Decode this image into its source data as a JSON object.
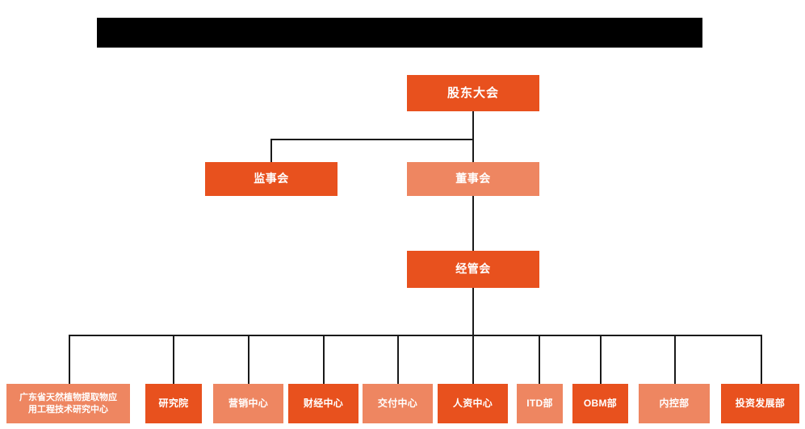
{
  "header": {
    "redacted_title_bar": "",
    "redacted": true
  },
  "chart_data": {
    "type": "diagram",
    "diagram_type": "organization-chart",
    "title": "",
    "colors": {
      "dark_orange": "#e8511e",
      "light_salmon": "#ee8661",
      "connector": "#1a1a1a",
      "background": "#ffffff",
      "redaction": "#000000",
      "text": "#ffffff"
    },
    "levels": [
      {
        "level": 1,
        "nodes": [
          {
            "id": "shareholders",
            "label": "股东大会",
            "color": "dark"
          }
        ]
      },
      {
        "level": 2,
        "nodes": [
          {
            "id": "supervisors",
            "label": "监事会",
            "color": "dark"
          },
          {
            "id": "directors",
            "label": "董事会",
            "color": "light"
          }
        ]
      },
      {
        "level": 3,
        "nodes": [
          {
            "id": "management",
            "label": "经管会",
            "color": "dark"
          }
        ]
      },
      {
        "level": 4,
        "nodes": [
          {
            "id": "research-center",
            "label": "广东省天然植物提取物应\n用工程技术研究中心",
            "color": "light"
          },
          {
            "id": "institute",
            "label": "研究院",
            "color": "dark"
          },
          {
            "id": "marketing",
            "label": "营销中心",
            "color": "light"
          },
          {
            "id": "finance",
            "label": "财经中心",
            "color": "dark"
          },
          {
            "id": "delivery",
            "label": "交付中心",
            "color": "light"
          },
          {
            "id": "hr",
            "label": "人资中心",
            "color": "dark"
          },
          {
            "id": "itd",
            "label": "ITD部",
            "color": "light"
          },
          {
            "id": "obm",
            "label": "OBM部",
            "color": "dark"
          },
          {
            "id": "internal-control",
            "label": "内控部",
            "color": "light"
          },
          {
            "id": "investment",
            "label": "投资发展部",
            "color": "dark"
          }
        ]
      }
    ],
    "edges": [
      {
        "from": "shareholders",
        "to": "supervisors"
      },
      {
        "from": "shareholders",
        "to": "directors"
      },
      {
        "from": "directors",
        "to": "management"
      },
      {
        "from": "management",
        "to": "research-center"
      },
      {
        "from": "management",
        "to": "institute"
      },
      {
        "from": "management",
        "to": "marketing"
      },
      {
        "from": "management",
        "to": "finance"
      },
      {
        "from": "management",
        "to": "delivery"
      },
      {
        "from": "management",
        "to": "hr"
      },
      {
        "from": "management",
        "to": "itd"
      },
      {
        "from": "management",
        "to": "obm"
      },
      {
        "from": "management",
        "to": "internal-control"
      },
      {
        "from": "management",
        "to": "investment"
      }
    ]
  },
  "nodes": {
    "shareholders": "股东大会",
    "supervisors": "监事会",
    "directors": "董事会",
    "management": "经管会",
    "research_center_line1": "广东省天然植物提取物应",
    "research_center_line2": "用工程技术研究中心",
    "institute": "研究院",
    "marketing": "营销中心",
    "finance": "财经中心",
    "delivery": "交付中心",
    "hr": "人资中心",
    "itd": "ITD部",
    "obm": "OBM部",
    "internal_control": "内控部",
    "investment": "投资发展部"
  }
}
